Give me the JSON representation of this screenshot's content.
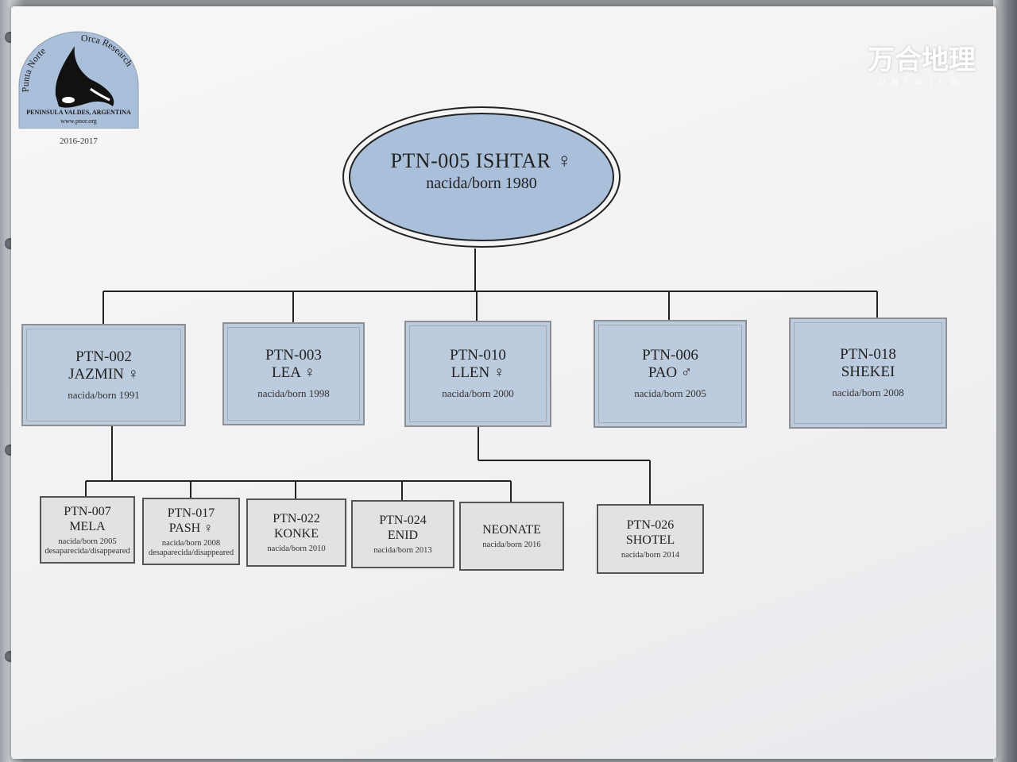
{
  "logo": {
    "arc_left": "Punta Norte",
    "arc_right": "Orca Research",
    "location": "PENINSULA VALDES, ARGENTINA",
    "url": "www.pnor.org",
    "years": "2016-2017"
  },
  "watermark": {
    "cn": "万合地理",
    "en": "UNIWILD"
  },
  "colors": {
    "parent_box": "#bccbde",
    "child_box": "#e2e2e4",
    "ellipse": "#a9bfda",
    "line": "#222222"
  },
  "root": {
    "id": "PTN-005  ISHTAR ♀",
    "born": "nacida/born 1980"
  },
  "offspring": [
    {
      "id": "PTN-002",
      "name": "JAZMIN ♀",
      "born": "nacida/born 1991"
    },
    {
      "id": "PTN-003",
      "name": "LEA ♀",
      "born": "nacida/born 1998"
    },
    {
      "id": "PTN-010",
      "name": "LLEN ♀",
      "born": "nacida/born 2000"
    },
    {
      "id": "PTN-006",
      "name": "PAO ♂",
      "born": "nacida/born 2005"
    },
    {
      "id": "PTN-018",
      "name": "SHEKEI",
      "born": "nacida/born 2008"
    }
  ],
  "jazmin_children": [
    {
      "id": "PTN-007",
      "name": "MELA",
      "born": "nacida/born 2005",
      "status": "desaparecida/disappeared"
    },
    {
      "id": "PTN-017",
      "name": "PASH ♀",
      "born": "nacida/born 2008",
      "status": "desaparecida/disappeared"
    },
    {
      "id": "PTN-022",
      "name": "KONKE",
      "born": "nacida/born 2010"
    },
    {
      "id": "PTN-024",
      "name": "ENID",
      "born": "nacida/born 2013"
    },
    {
      "name": "NEONATE",
      "born": "nacida/born 2016"
    }
  ],
  "llen_children": [
    {
      "id": "PTN-026",
      "name": "SHOTEL",
      "born": "nacida/born 2014"
    }
  ]
}
